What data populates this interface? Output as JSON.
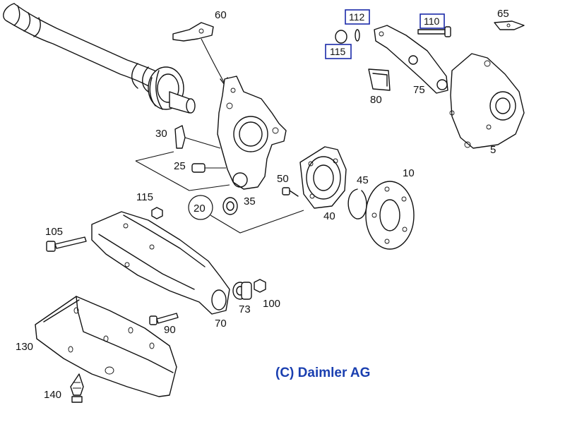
{
  "copyright": "(C) Daimler AG",
  "colors": {
    "line": "#111111",
    "box_border": "#1a2aa8",
    "copyright": "#1a3fb0"
  },
  "parts": [
    {
      "id": "60",
      "label": "60"
    },
    {
      "id": "112",
      "label": "112",
      "boxed": true
    },
    {
      "id": "110",
      "label": "110",
      "boxed": true
    },
    {
      "id": "65",
      "label": "65"
    },
    {
      "id": "115b",
      "label": "115",
      "boxed": true
    },
    {
      "id": "75",
      "label": "75"
    },
    {
      "id": "80",
      "label": "80"
    },
    {
      "id": "5",
      "label": "5"
    },
    {
      "id": "30",
      "label": "30"
    },
    {
      "id": "25",
      "label": "25"
    },
    {
      "id": "50",
      "label": "50"
    },
    {
      "id": "45",
      "label": "45"
    },
    {
      "id": "10",
      "label": "10"
    },
    {
      "id": "115",
      "label": "115"
    },
    {
      "id": "20",
      "label": "20",
      "circled": true
    },
    {
      "id": "35",
      "label": "35"
    },
    {
      "id": "40",
      "label": "40"
    },
    {
      "id": "105",
      "label": "105"
    },
    {
      "id": "73",
      "label": "73"
    },
    {
      "id": "100",
      "label": "100"
    },
    {
      "id": "90",
      "label": "90"
    },
    {
      "id": "70",
      "label": "70"
    },
    {
      "id": "130",
      "label": "130"
    },
    {
      "id": "140",
      "label": "140"
    }
  ]
}
